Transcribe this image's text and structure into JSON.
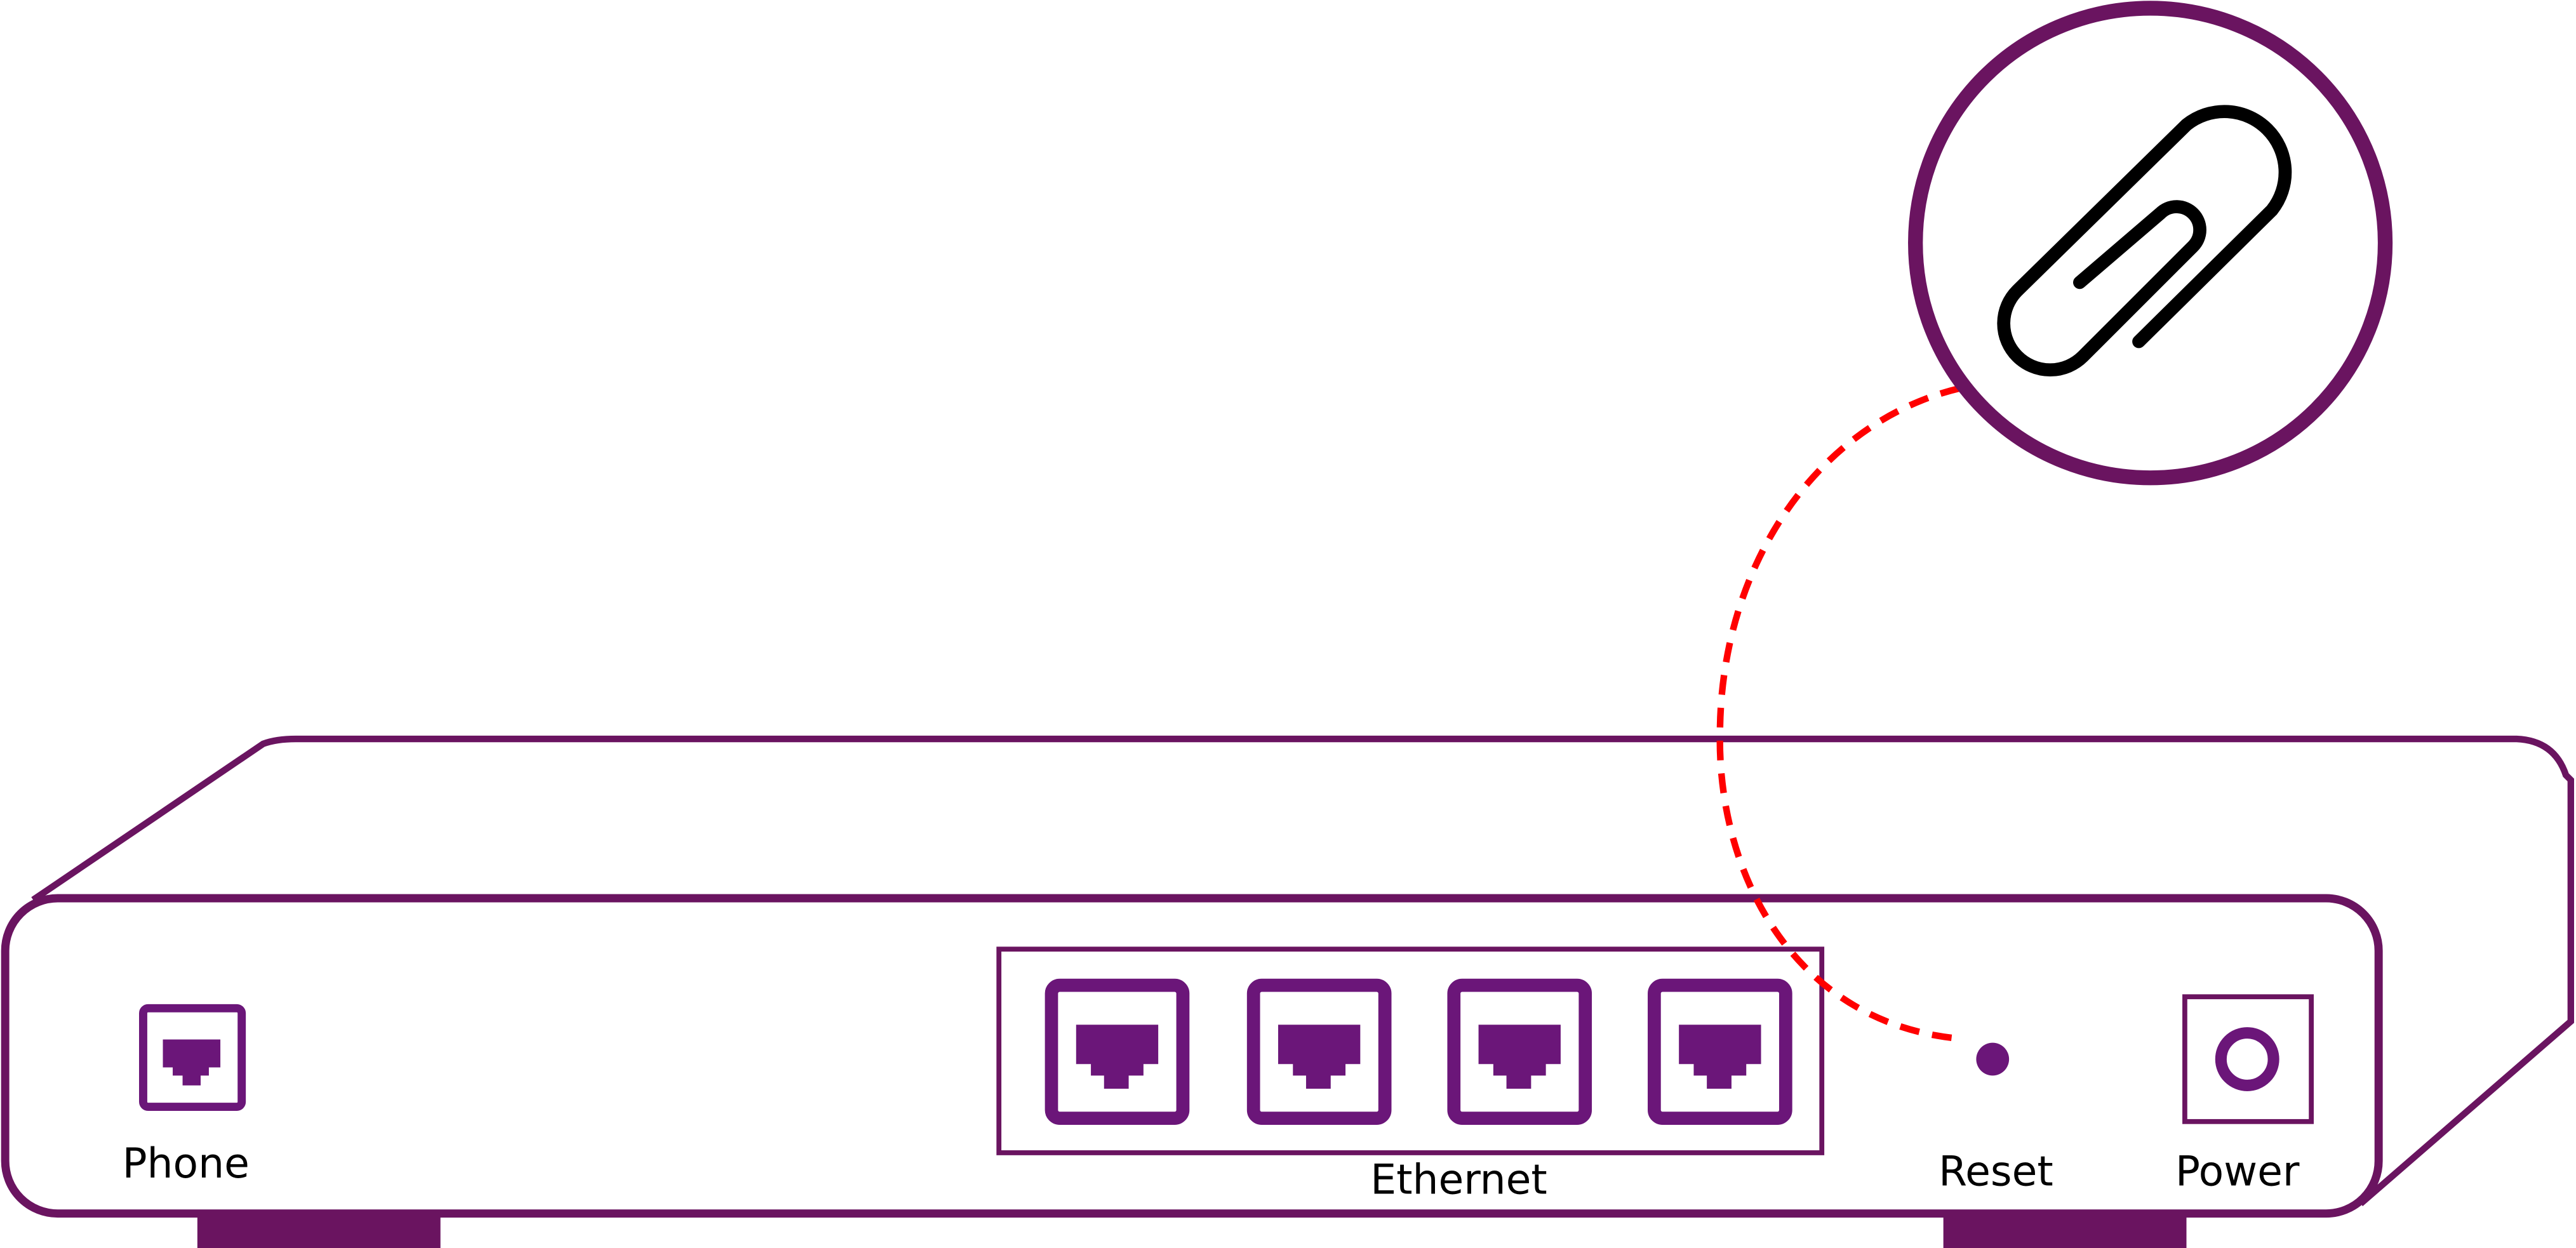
{
  "labels": {
    "phone": "Phone",
    "ethernet": "Ethernet",
    "reset": "Reset",
    "power": "Power"
  },
  "icons": {
    "callout": "paperclip-icon",
    "ports": [
      "phone-port-icon",
      "ethernet-port-icon",
      "reset-button-icon",
      "power-jack-icon"
    ]
  },
  "ethernet_port_count": 4,
  "colors": {
    "device_outline": "#6a1460",
    "port": "#6b1679",
    "callout_line": "#ff0000",
    "paperclip": "#000000"
  }
}
